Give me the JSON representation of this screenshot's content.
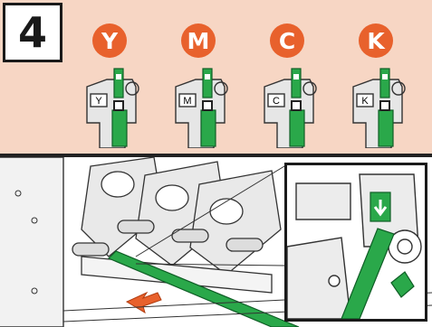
{
  "step": {
    "number": "4"
  },
  "toner_units": [
    {
      "letter": "Y",
      "label": "Y"
    },
    {
      "letter": "M",
      "label": "M"
    },
    {
      "letter": "C",
      "label": "C"
    },
    {
      "letter": "K",
      "label": "K"
    }
  ],
  "colors": {
    "panel_bg": "#f7d6c4",
    "badge": "#e8612c",
    "cleaner_green": "#2aa84a",
    "arrow": "#e8612c"
  }
}
